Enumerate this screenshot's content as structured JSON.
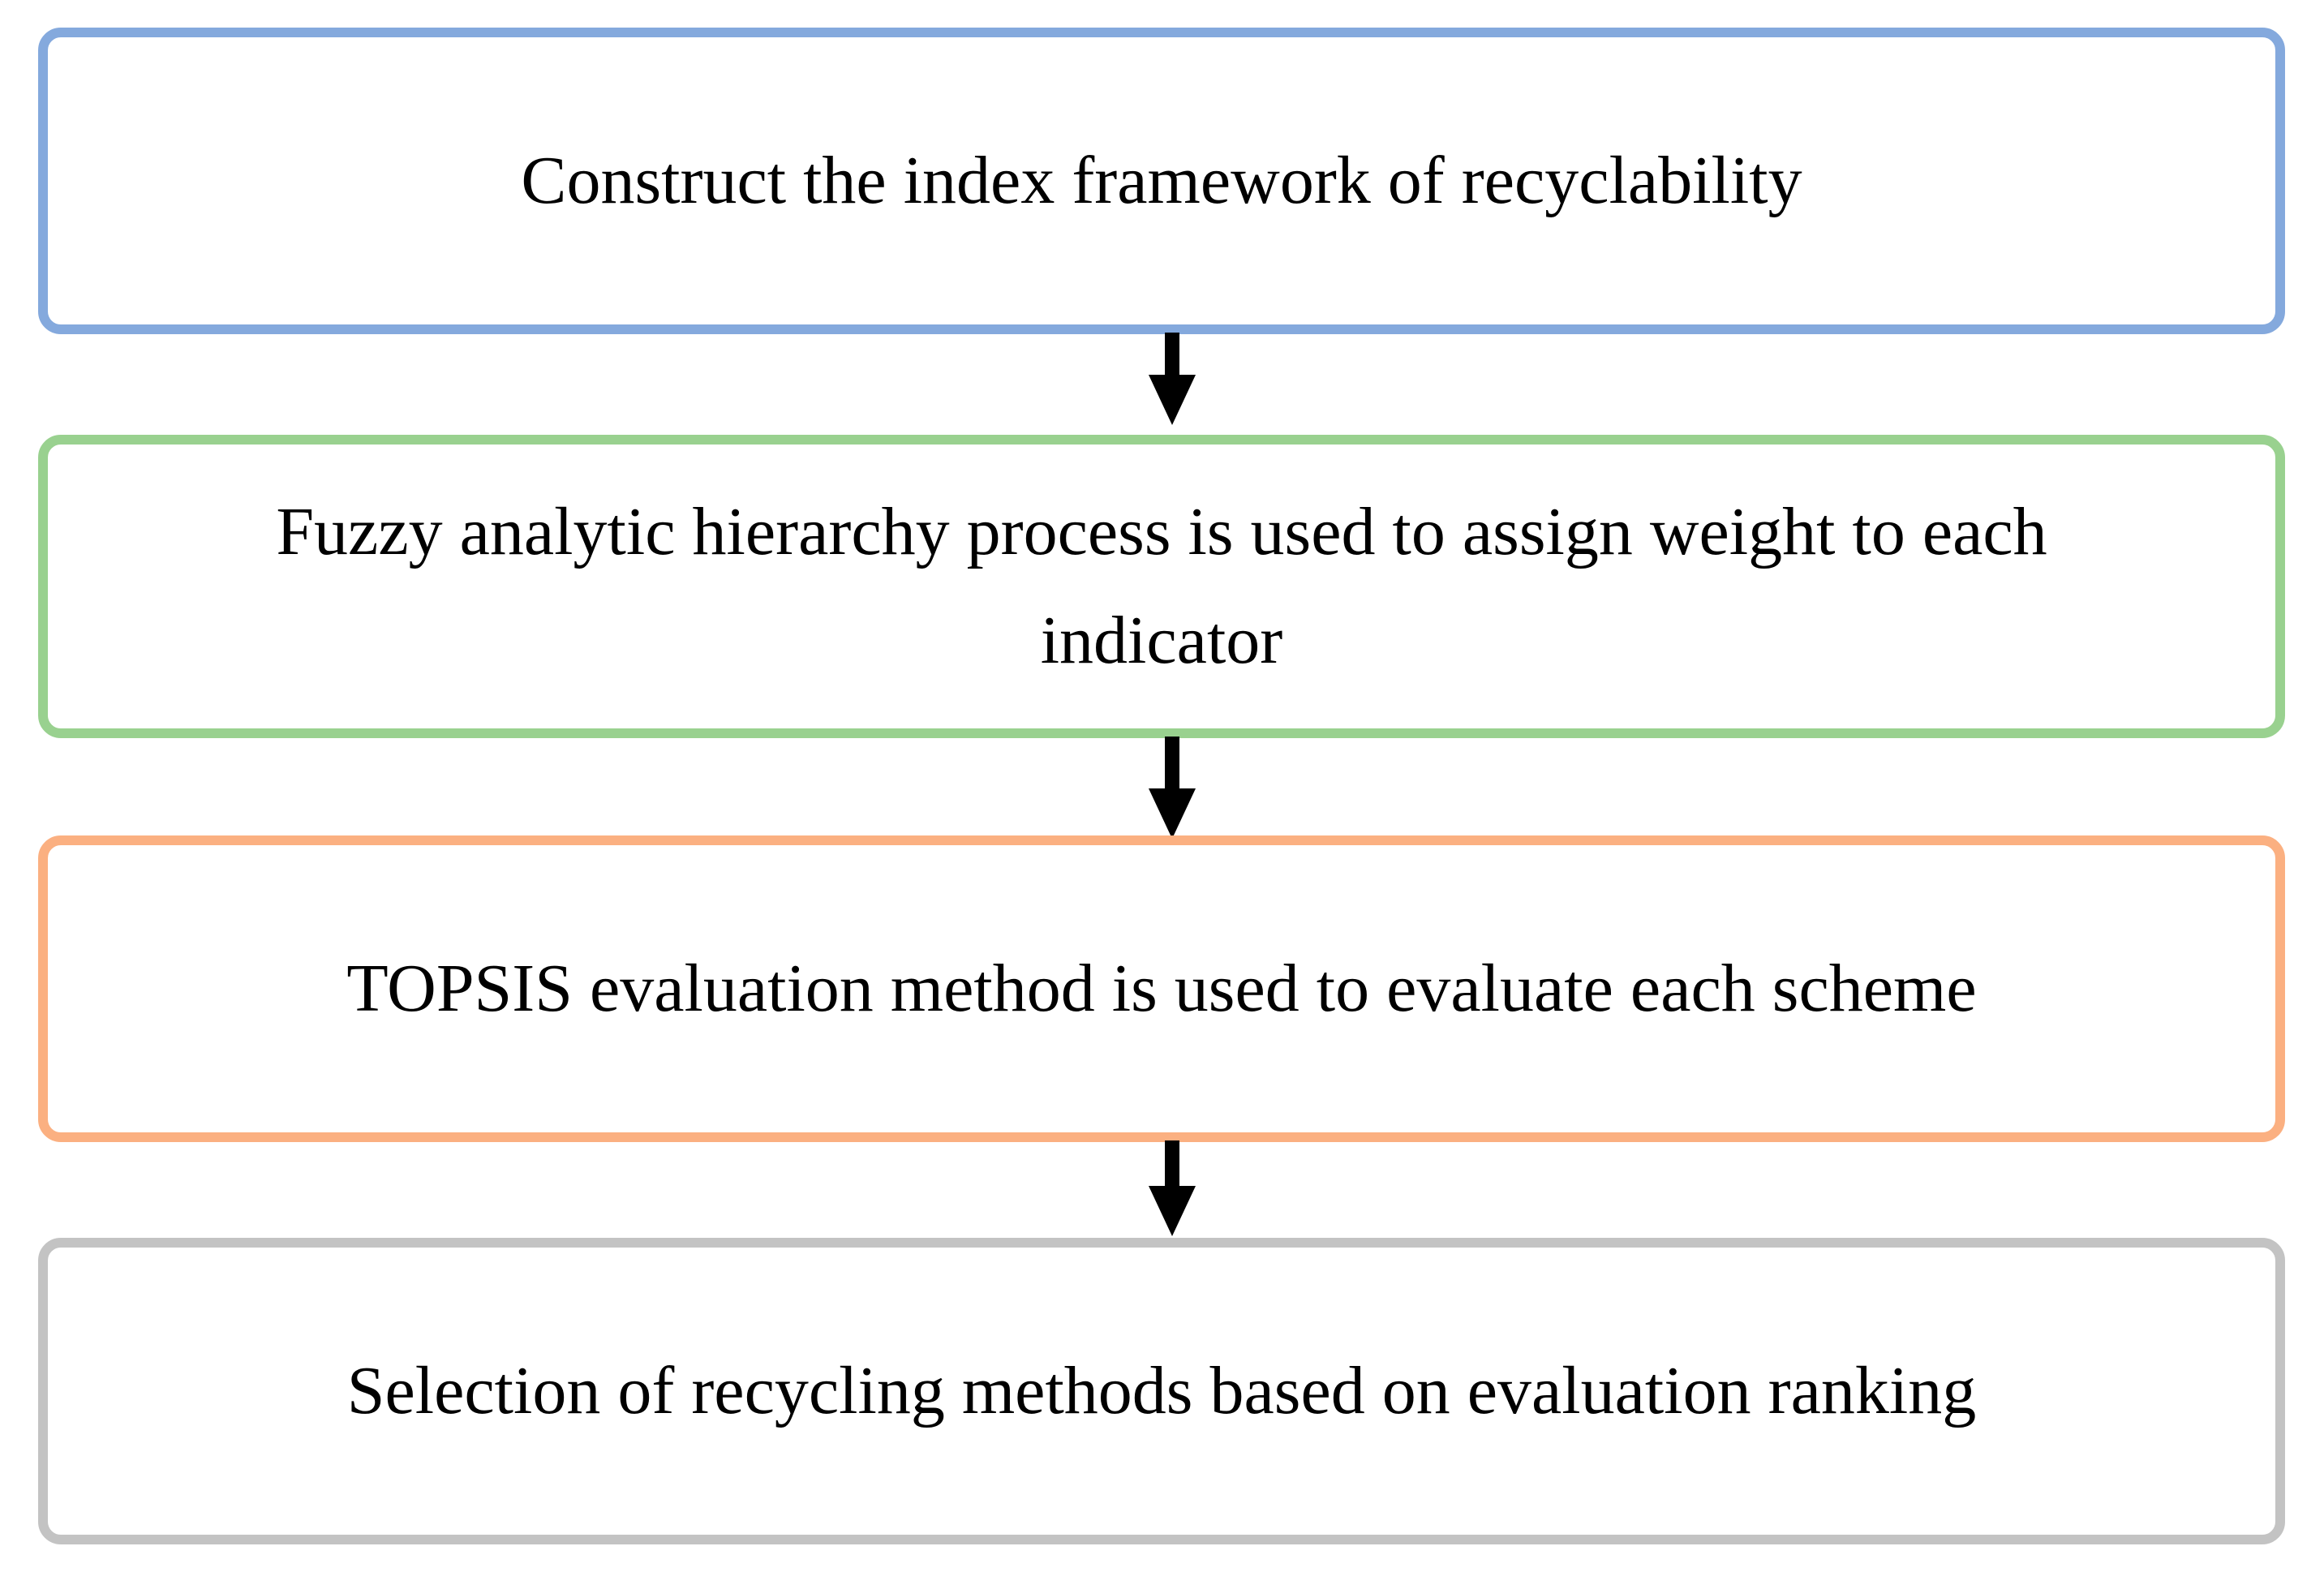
{
  "steps": [
    {
      "label": "Construct the index framework of recyclability",
      "border_color": "#84a9dd"
    },
    {
      "label": "Fuzzy analytic hierarchy process is used to assign weight to each indicator",
      "border_color": "#99d18f"
    },
    {
      "label": "TOPSIS evaluation method is used to evaluate each scheme",
      "border_color": "#fbb081"
    },
    {
      "label": "Selection of recycling methods based on evaluation ranking",
      "border_color": "#c3c3c3"
    }
  ],
  "arrow_color": "#000000"
}
